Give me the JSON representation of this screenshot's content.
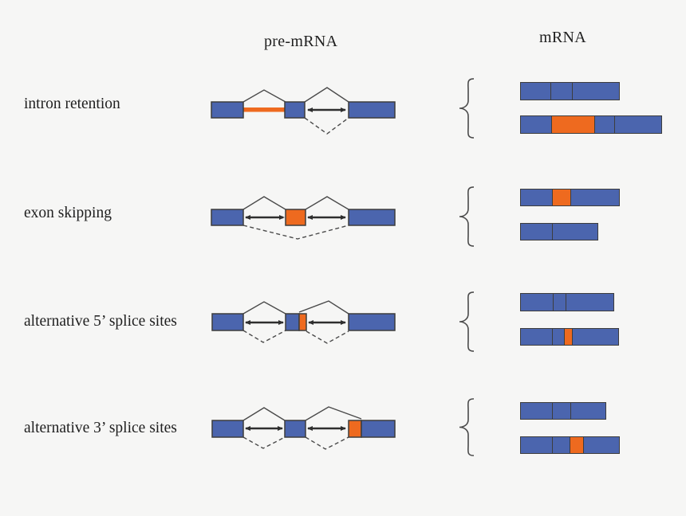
{
  "header": {
    "premrna_label": "pre-mRNA",
    "mrna_label": "mRNA"
  },
  "colors": {
    "exon_blue": "#4B65AE",
    "highlight_orange": "#EE6A1F",
    "outline": "#3D3D3D",
    "background": "#F6F6F5",
    "text": "#1F1F1F"
  },
  "rows": [
    {
      "label": "intron retention",
      "premrna": {
        "elements": [
          "exon",
          "retained-intron-orange",
          "exon",
          "intron",
          "exon"
        ],
        "splice_paths": [
          "solid-above-intron-1",
          "solid-above-intron-2",
          "dashed-below-intron-2"
        ]
      },
      "mrna_isoforms": [
        {
          "segments": [
            {
              "color": "blue",
              "w": 38
            },
            {
              "color": "blue",
              "w": 27
            },
            {
              "color": "blue",
              "w": 60
            }
          ]
        },
        {
          "segments": [
            {
              "color": "blue",
              "w": 38
            },
            {
              "color": "orange",
              "w": 55
            },
            {
              "color": "blue",
              "w": 25
            },
            {
              "color": "blue",
              "w": 60
            }
          ]
        }
      ]
    },
    {
      "label": "exon skipping",
      "premrna": {
        "elements": [
          "exon",
          "intron",
          "skipped-exon-orange",
          "intron",
          "exon"
        ],
        "splice_paths": [
          "solid-above-intron-1",
          "solid-above-intron-2",
          "dashed-below-spanning-both-introns"
        ]
      },
      "mrna_isoforms": [
        {
          "segments": [
            {
              "color": "blue",
              "w": 40
            },
            {
              "color": "orange",
              "w": 23
            },
            {
              "color": "blue",
              "w": 62
            }
          ]
        },
        {
          "segments": [
            {
              "color": "blue",
              "w": 40
            },
            {
              "color": "blue",
              "w": 58
            }
          ]
        }
      ]
    },
    {
      "label": "alternative 5’ splice sites",
      "premrna": {
        "elements": [
          "exon",
          "intron",
          "exon-with-orange-3prime-extension",
          "intron",
          "exon"
        ],
        "splice_paths": [
          "solid-above-intron-1",
          "dashed-below-intron-1",
          "solid-above-intron-2",
          "dashed-below-intron-2"
        ]
      },
      "mrna_isoforms": [
        {
          "segments": [
            {
              "color": "blue",
              "w": 41
            },
            {
              "color": "blue",
              "w": 16
            },
            {
              "color": "blue",
              "w": 61
            }
          ]
        },
        {
          "segments": [
            {
              "color": "blue",
              "w": 40
            },
            {
              "color": "blue",
              "w": 15
            },
            {
              "color": "orange",
              "w": 10
            },
            {
              "color": "blue",
              "w": 59
            }
          ]
        }
      ]
    },
    {
      "label": "alternative 3’ splice sites",
      "premrna": {
        "elements": [
          "exon",
          "intron",
          "exon",
          "intron",
          "exon-with-orange-5prime-extension"
        ],
        "splice_paths": [
          "solid-above-intron-1",
          "dashed-below-intron-1",
          "solid-above-intron-2",
          "dashed-below-intron-2"
        ]
      },
      "mrna_isoforms": [
        {
          "segments": [
            {
              "color": "blue",
              "w": 40
            },
            {
              "color": "blue",
              "w": 23
            },
            {
              "color": "blue",
              "w": 45
            }
          ]
        },
        {
          "segments": [
            {
              "color": "blue",
              "w": 40
            },
            {
              "color": "blue",
              "w": 22
            },
            {
              "color": "orange",
              "w": 17
            },
            {
              "color": "blue",
              "w": 46
            }
          ]
        }
      ]
    }
  ]
}
